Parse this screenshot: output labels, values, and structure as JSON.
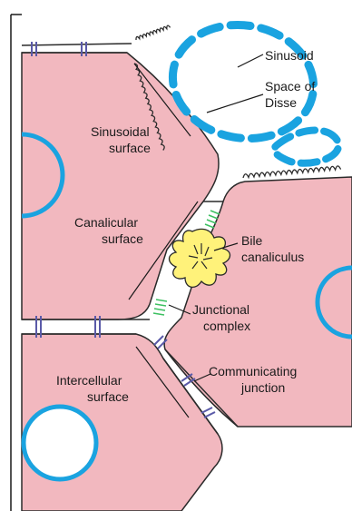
{
  "colors": {
    "cell_fill": "#f2b8bf",
    "cell_stroke": "#2a2a2a",
    "nucleus_stroke": "#1aa3e0",
    "sinusoid": "#1aa3e0",
    "bile_fill": "#fff27a",
    "junction_tight": "#3cc060",
    "junction_gap": "#5a5aa8",
    "frame": "#1a1a1a"
  },
  "labels": {
    "sinusoid": "Sinusoid",
    "space_of_disse_line1": "Space of",
    "space_of_disse_line2": "Disse",
    "sinusoidal_surface_line1": "Sinusoidal",
    "sinusoidal_surface_line2": "surface",
    "canalicular_surface_line1": "Canalicular",
    "canalicular_surface_line2": "surface",
    "bile_canaliculus_line1": "Bile",
    "bile_canaliculus_line2": "canaliculus",
    "junctional_complex_line1": "Junctional",
    "junctional_complex_line2": "complex",
    "communicating_junction_line1": "Communicating",
    "communicating_junction_line2": "junction",
    "intercellular_surface_line1": "Intercellular",
    "intercellular_surface_line2": "surface"
  }
}
